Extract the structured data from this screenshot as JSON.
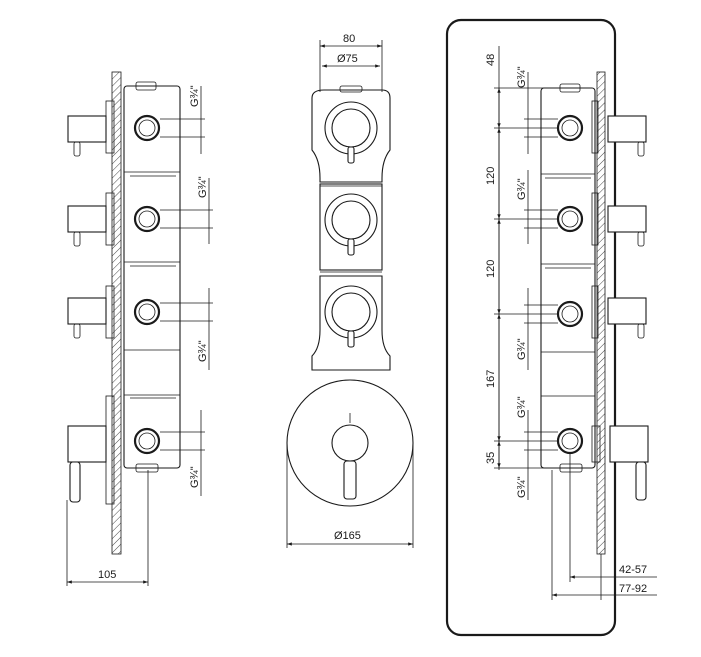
{
  "side_view": {
    "connection_labels": [
      "G¾\"",
      "G¾\"",
      "G¾\"",
      "G¾\""
    ],
    "depth_dim": "105"
  },
  "front_view": {
    "width_dim": "80",
    "module_dia": "Ø75",
    "plate_dia": "Ø165"
  },
  "right_view": {
    "connection_labels": [
      "G¾\"",
      "G¾\"",
      "G¾\"",
      "G¾\"",
      "G¾\""
    ],
    "vertical_dims": [
      "48",
      "120",
      "120",
      "167",
      "35"
    ],
    "wall_dims": [
      "42-57",
      "77-92"
    ]
  }
}
